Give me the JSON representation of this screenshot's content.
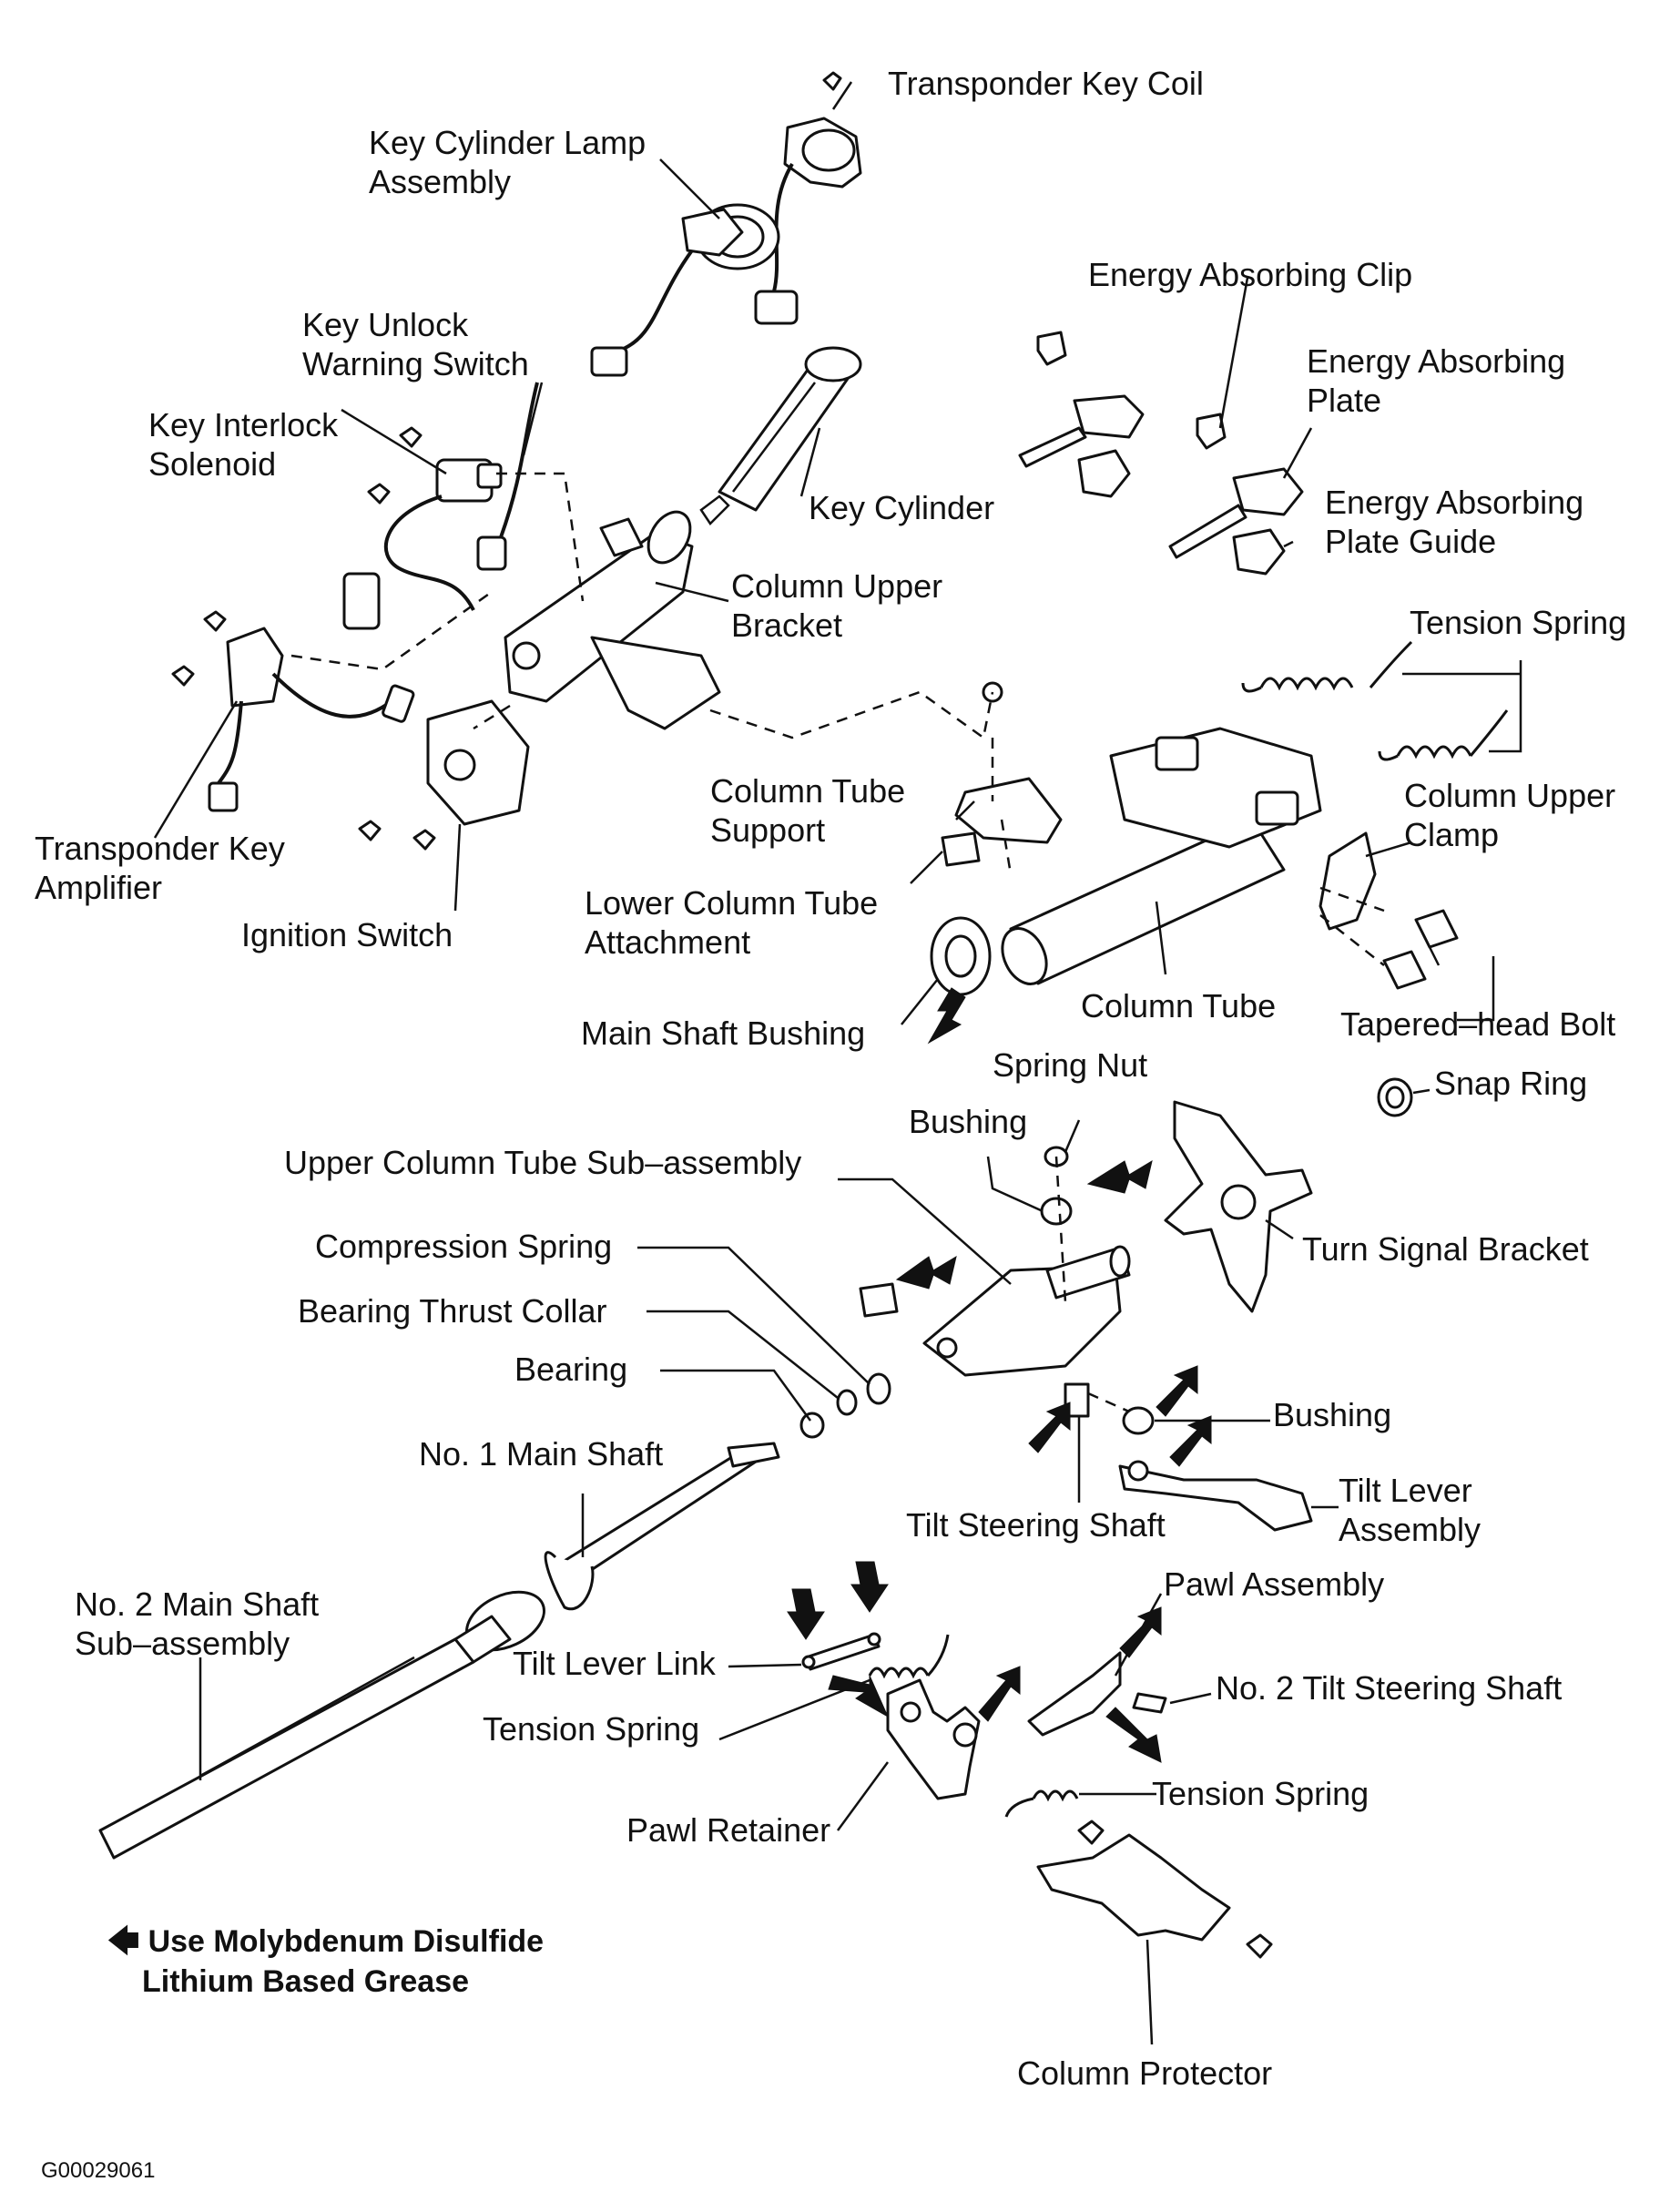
{
  "labels": {
    "transponder_key_coil": "Transponder Key Coil",
    "key_cylinder_lamp_assembly_l1": "Key Cylinder Lamp",
    "key_cylinder_lamp_assembly_l2": "Assembly",
    "energy_absorbing_clip": "Energy Absorbing Clip",
    "energy_absorbing_plate_l1": "Energy Absorbing",
    "energy_absorbing_plate_l2": "Plate",
    "key_unlock_warning_switch_l1": "Key Unlock",
    "key_unlock_warning_switch_l2": "Warning Switch",
    "key_interlock_solenoid_l1": "Key Interlock",
    "key_interlock_solenoid_l2": "Solenoid",
    "key_cylinder": "Key Cylinder",
    "energy_absorbing_plate_guide_l1": "Energy Absorbing",
    "energy_absorbing_plate_guide_l2": "Plate Guide",
    "column_upper_bracket_l1": "Column Upper",
    "column_upper_bracket_l2": "Bracket",
    "tension_spring_top": "Tension Spring",
    "column_tube_support_l1": "Column Tube",
    "column_tube_support_l2": "Support",
    "column_upper_clamp_l1": "Column Upper",
    "column_upper_clamp_l2": "Clamp",
    "transponder_key_amplifier_l1": "Transponder Key",
    "transponder_key_amplifier_l2": "Amplifier",
    "lower_column_tube_attachment_l1": "Lower Column Tube",
    "lower_column_tube_attachment_l2": "Attachment",
    "ignition_switch": "Ignition Switch",
    "column_tube": "Column Tube",
    "main_shaft_bushing": "Main Shaft Bushing",
    "tapered_head_bolt": "Tapered–head Bolt",
    "spring_nut": "Spring Nut",
    "snap_ring": "Snap Ring",
    "bushing_upper": "Bushing",
    "upper_column_tube_sub_assembly": "Upper Column Tube Sub–assembly",
    "compression_spring": "Compression Spring",
    "turn_signal_bracket": "Turn Signal Bracket",
    "bearing_thrust_collar": "Bearing Thrust Collar",
    "bearing": "Bearing",
    "bushing_lower": "Bushing",
    "no1_main_shaft": "No. 1 Main Shaft",
    "tilt_lever_assembly_l1": "Tilt Lever",
    "tilt_lever_assembly_l2": "Assembly",
    "tilt_steering_shaft": "Tilt Steering Shaft",
    "no2_main_shaft_l1": "No. 2 Main Shaft",
    "no2_main_shaft_l2": "Sub–assembly",
    "pawl_assembly": "Pawl Assembly",
    "tilt_lever_link": "Tilt Lever Link",
    "no2_tilt_steering_shaft": "No. 2 Tilt Steering Shaft",
    "tension_spring_mid": "Tension Spring",
    "tension_spring_low": "Tension Spring",
    "pawl_retainer": "Pawl Retainer",
    "column_protector": "Column Protector"
  },
  "legend": {
    "symbol": "🡄",
    "line1": "Use Molybdenum Disulfide",
    "line2": "Lithium Based Grease"
  },
  "figure_code": "G00029061"
}
